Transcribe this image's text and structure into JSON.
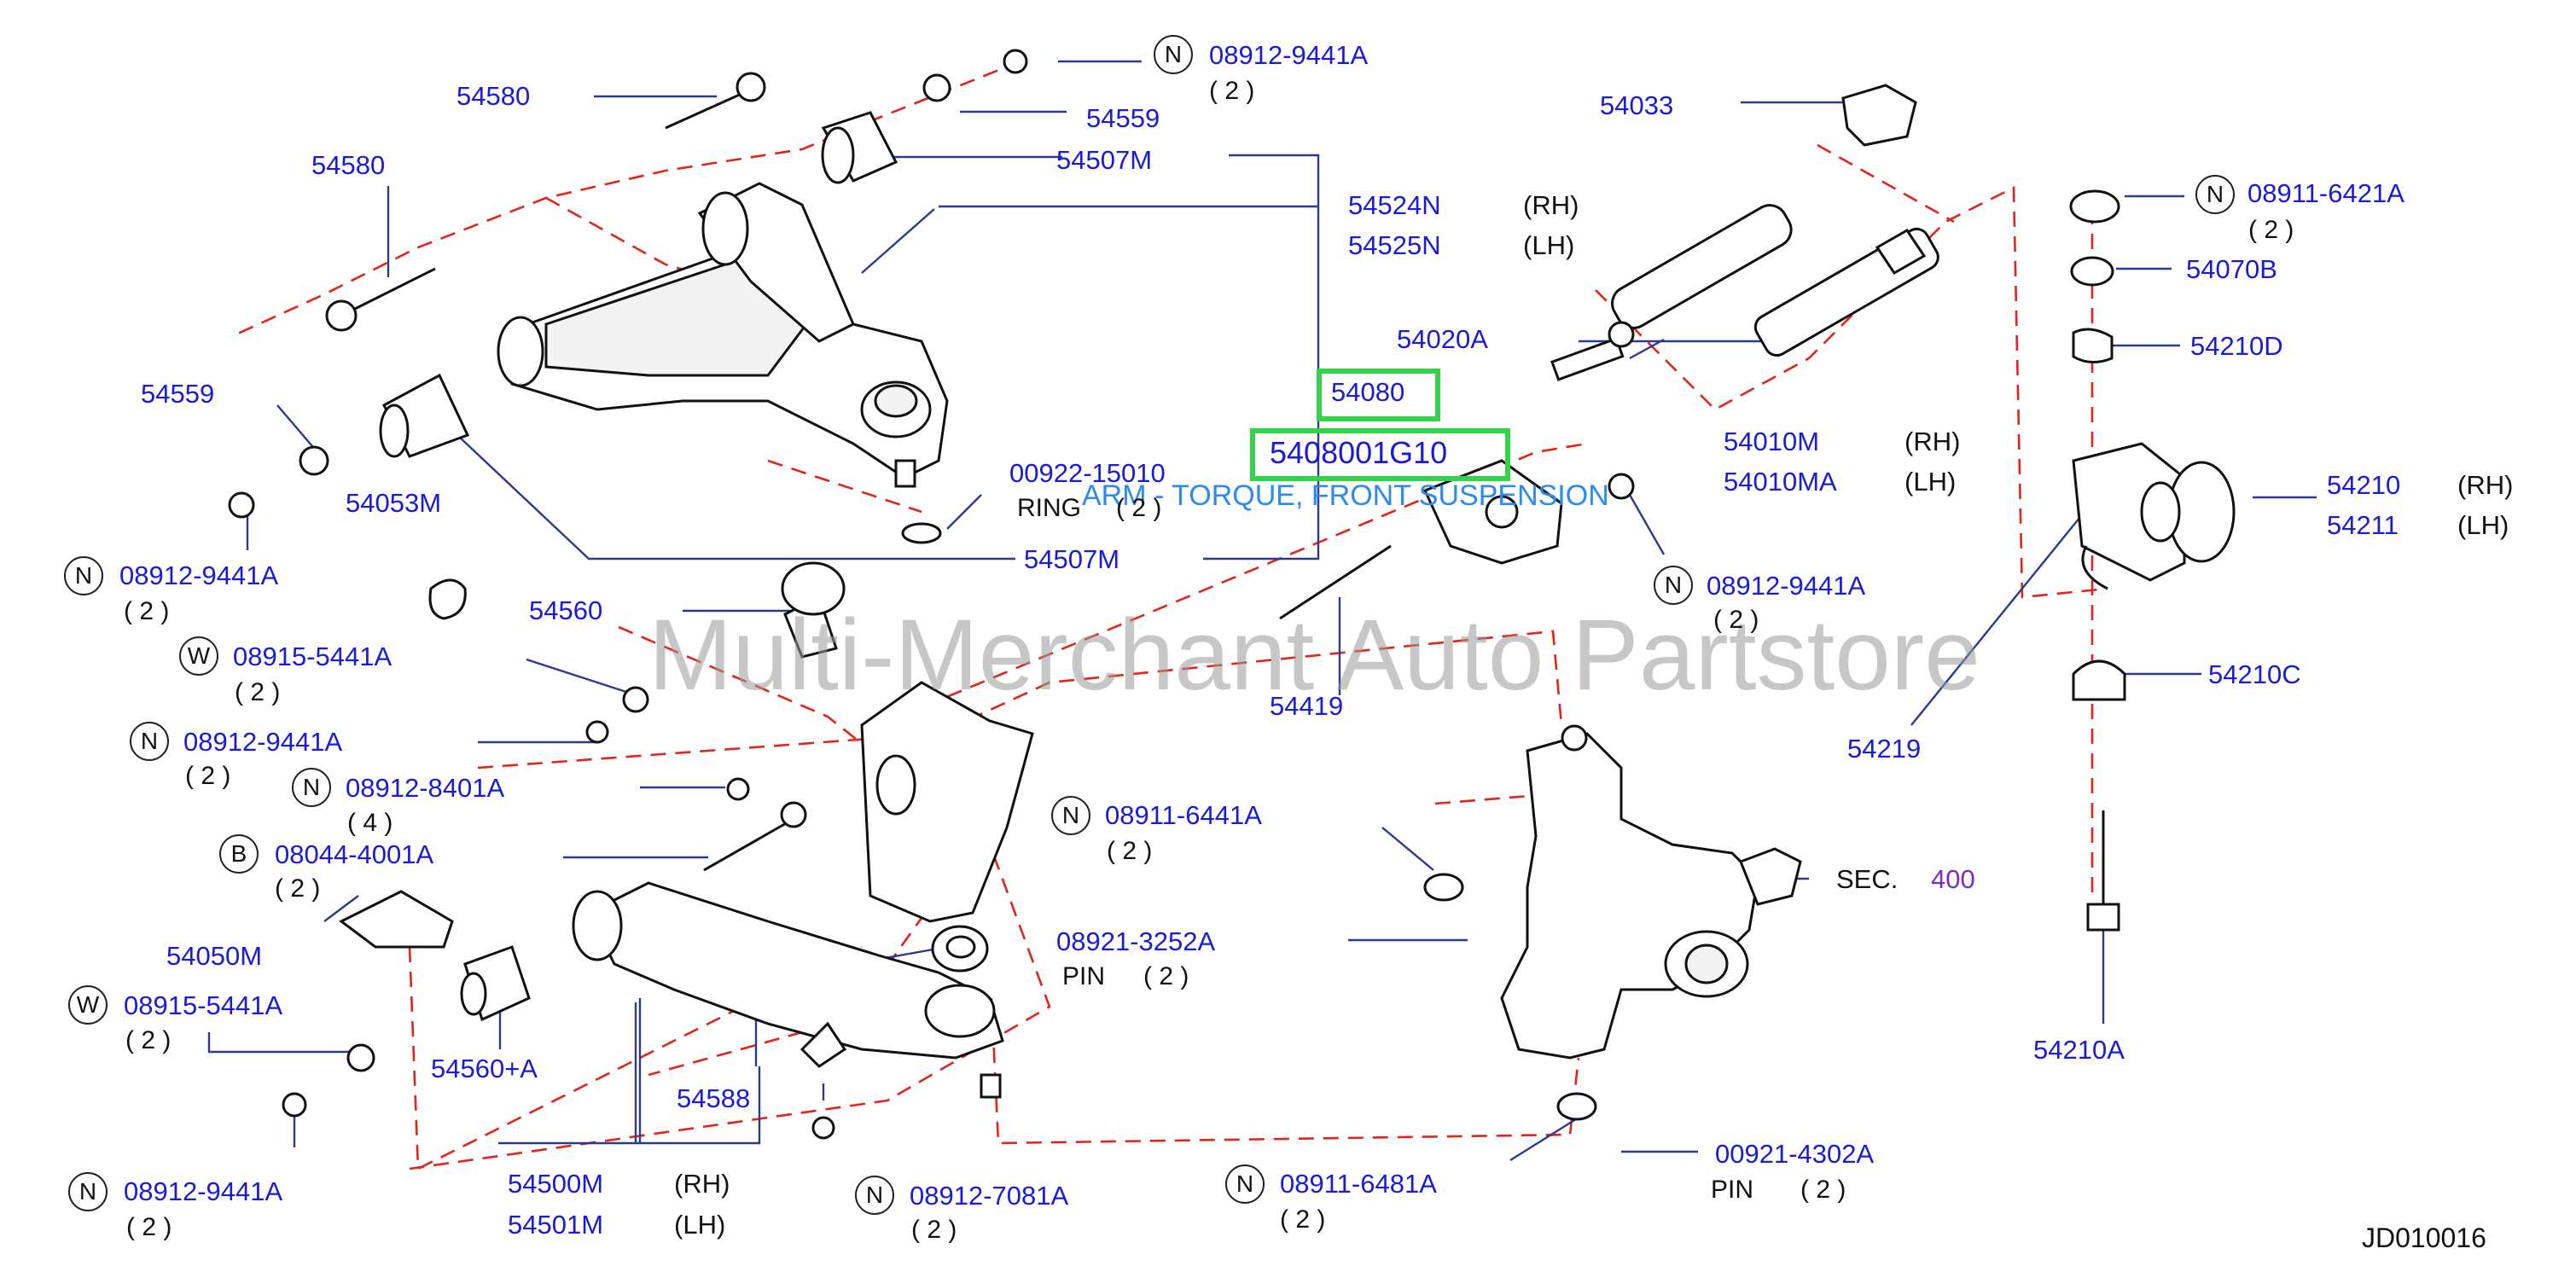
{
  "diagram_id": "JD010016",
  "watermark": "Multi-Merchant Auto Partstore",
  "highlight": {
    "part": "54080",
    "code": "5408001G10",
    "description": "ARM - TORQUE, FRONT SUSPENSION",
    "color": "#34d34a"
  },
  "colors": {
    "label": "#1a1adb",
    "leader": "#2b3a8f",
    "centerline": "#e1251b",
    "section_ref": "#7b2bc9"
  },
  "labels": {
    "p54580a": "54580",
    "p54580b": "54580",
    "p54559a": "54559",
    "p54559b": "54559",
    "p54507m_top": "54507M",
    "p54507m_bot": "54507M",
    "p54524n": "54524N",
    "p54525n": "54525N",
    "rh1": "(RH)",
    "lh1": "(LH)",
    "p54033": "54033",
    "p08911_6421a": "08911-6421A",
    "p54070b": "54070B",
    "p54210d": "54210D",
    "p54020a": "54020A",
    "p54010m": "54010M",
    "p54010ma": "54010MA",
    "rh2": "(RH)",
    "lh2": "(LH)",
    "p54210": "54210",
    "p54211": "54211",
    "rh3": "(RH)",
    "lh3": "(LH)",
    "p00922": "00922-15010",
    "ring": "RING",
    "p54053m": "54053M",
    "p08912_9441a_1": "08912-9441A",
    "p08912_9441a_top": "08912-9441A",
    "p08912_9441a_mid": "08912-9441A",
    "p08912_9441a_2": "08912-9441A",
    "p08912_9441a_3": "08912-9441A",
    "p54560": "54560",
    "p08915_5441a_1": "08915-5441A",
    "p08915_5441a_2": "08915-5441A",
    "p08912_8401a": "08912-8401A",
    "p08044_4001a": "08044-4001A",
    "p54050m": "54050M",
    "p54560a": "54560+A",
    "p54588": "54588",
    "p54500m": "54500M",
    "p54501m": "54501M",
    "rh4": "(RH)",
    "lh4": "(LH)",
    "p08912_7081a": "08912-7081A",
    "p08911_6441a": "08911-6441A",
    "p08921_3252a": "08921-3252A",
    "pin1": "PIN",
    "p54419": "54419",
    "p54219": "54219",
    "p54210c": "54210C",
    "sec": "SEC.",
    "sec_no": "400",
    "p54210a": "54210A",
    "p08911_6481a": "08911-6481A",
    "p00921_4302a": "00921-4302A",
    "pin2": "PIN"
  },
  "qty": {
    "two": "( 2 )",
    "four": "( 4 )"
  },
  "badges": {
    "n": "N",
    "w": "W",
    "b": "B"
  }
}
